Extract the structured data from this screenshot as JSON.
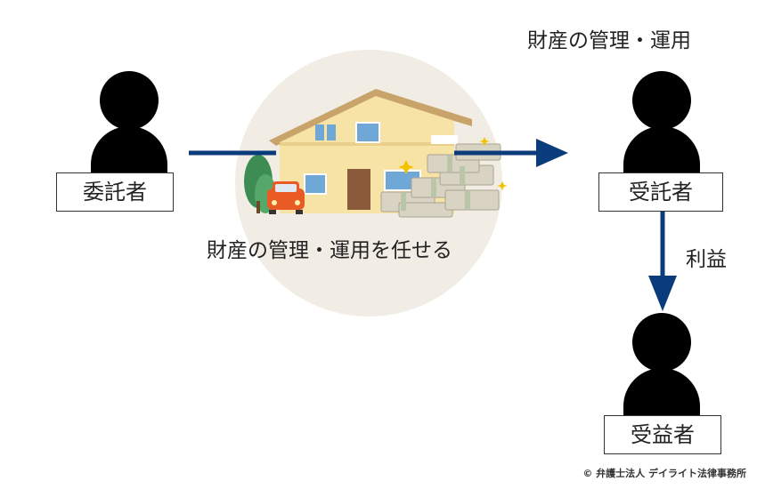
{
  "entities": {
    "settlor": {
      "label": "委託者"
    },
    "trustee": {
      "label": "受託者",
      "caption": "財産の管理・運用"
    },
    "beneficiary": {
      "label": "受益者"
    }
  },
  "flows": {
    "entrust_caption": "財産の管理・運用を任せる",
    "benefit_caption": "利益"
  },
  "colors": {
    "arrow": "#0a3b7a",
    "circle_background": "#f2ede4",
    "house_wall": "#f7e3a5",
    "roof": "#c9a46a",
    "car": "#e95a25"
  },
  "footer": {
    "copyright": "© 弁護士法人 デイライト法律事務所"
  }
}
